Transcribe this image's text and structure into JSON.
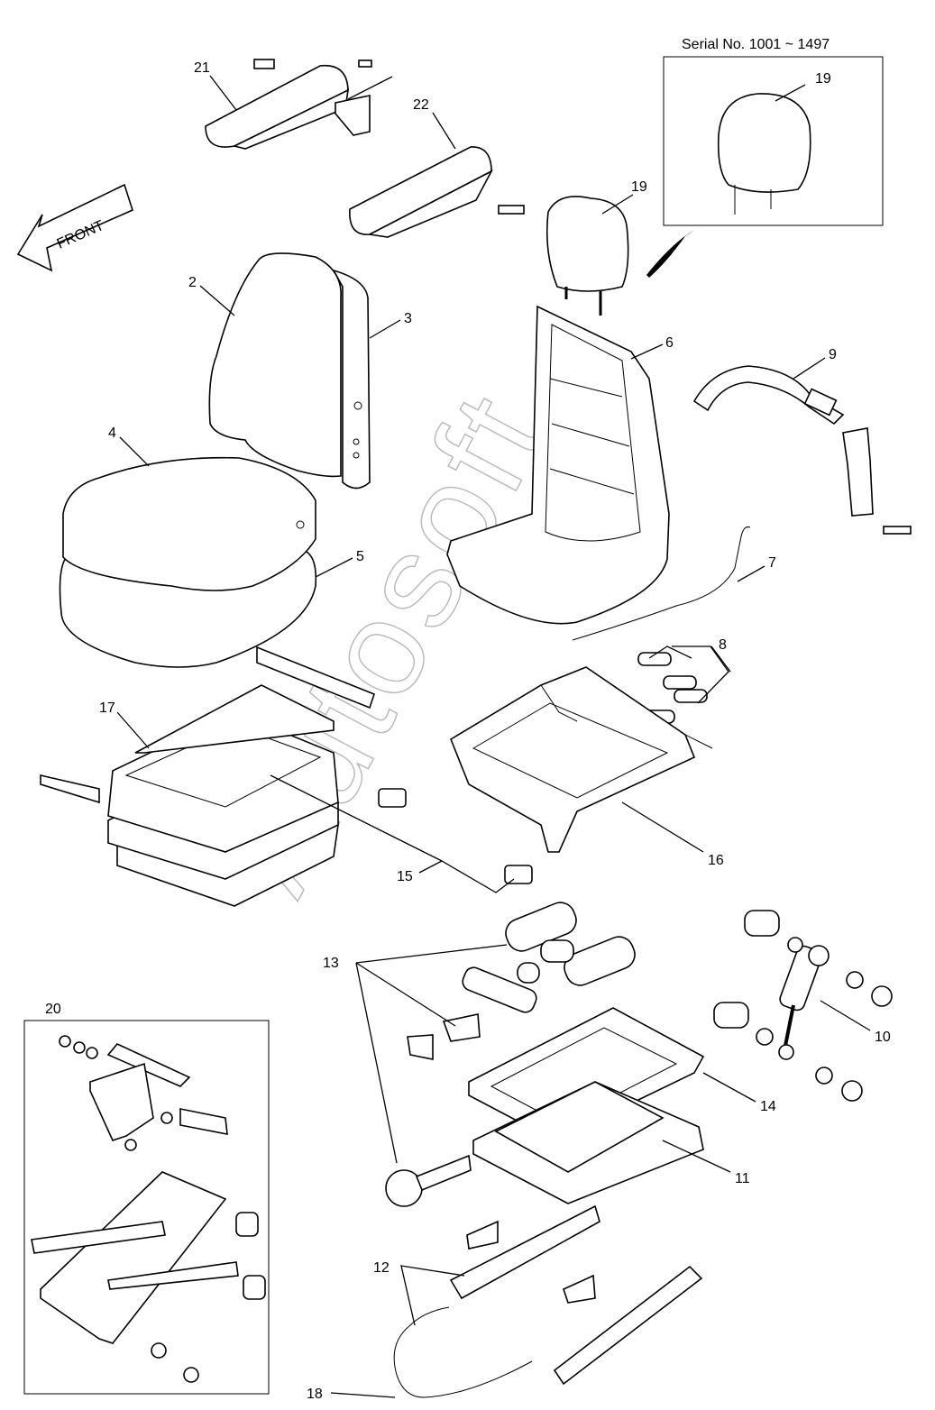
{
  "diagram": {
    "serial_note": "Serial No. 1001 ~ 1497",
    "front_arrow": "FRONT",
    "watermark": "Autosoft",
    "callouts": {
      "c2": "2",
      "c3": "3",
      "c4": "4",
      "c5": "5",
      "c6": "6",
      "c7": "7",
      "c8": "8",
      "c9": "9",
      "c10": "10",
      "c11": "11",
      "c12": "12",
      "c13": "13",
      "c14": "14",
      "c15": "15",
      "c16": "16",
      "c17": "17",
      "c18": "18",
      "c19a": "19",
      "c19b": "19",
      "c20": "20",
      "c21": "21",
      "c22": "22"
    }
  }
}
